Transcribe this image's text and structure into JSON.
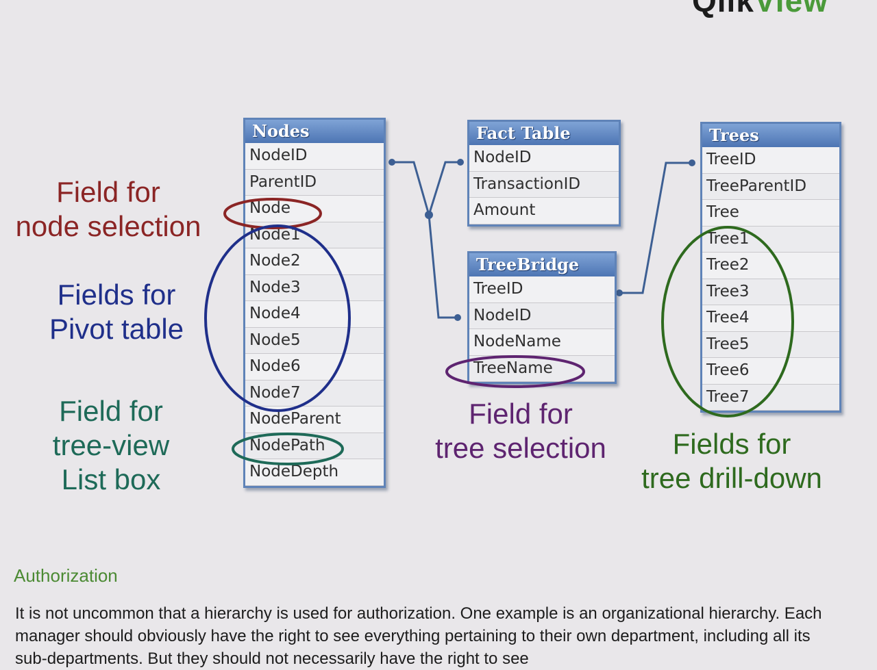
{
  "brand": {
    "part1": "Qlik",
    "part2": "View"
  },
  "tables": {
    "nodes": {
      "title": "Nodes",
      "fields": [
        "NodeID",
        "ParentID",
        "Node",
        "Node1",
        "Node2",
        "Node3",
        "Node4",
        "Node5",
        "Node6",
        "Node7",
        "NodeParent",
        "NodePath",
        "NodeDepth"
      ]
    },
    "fact": {
      "title": "Fact Table",
      "fields": [
        "NodeID",
        "TransactionID",
        "Amount"
      ]
    },
    "treebridge": {
      "title": "TreeBridge",
      "fields": [
        "TreeID",
        "NodeID",
        "NodeName",
        "TreeName"
      ]
    },
    "trees": {
      "title": "Trees",
      "fields": [
        "TreeID",
        "TreeParentID",
        "Tree",
        "Tree1",
        "Tree2",
        "Tree3",
        "Tree4",
        "Tree5",
        "Tree6",
        "Tree7"
      ]
    }
  },
  "annotations": {
    "node_selection": {
      "line1": "Field for",
      "line2": "node selection"
    },
    "pivot_table": {
      "line1": "Fields for",
      "line2": "Pivot table"
    },
    "tree_view": {
      "line1": "Field for",
      "line2": "tree-view",
      "line3": "List box"
    },
    "tree_selection": {
      "line1": "Field for",
      "line2": "tree selection"
    },
    "tree_drilldown": {
      "line1": "Fields for",
      "line2": "tree drill-down"
    }
  },
  "colors": {
    "table_header": "#5b83c2",
    "red": "#8b2525",
    "blue": "#1f2f8a",
    "teal": "#1e6a58",
    "purple": "#5e2470",
    "green": "#2e6a1e",
    "connector": "#3d5f93"
  },
  "section": {
    "heading": "Authorization",
    "paragraph": "It is not uncommon that a hierarchy is used for authorization. One example is an organizational hierarchy. Each manager should obviously have the right to see everything pertaining to their own department, including all its sub-departments. But they should not necessarily have the right to see"
  }
}
